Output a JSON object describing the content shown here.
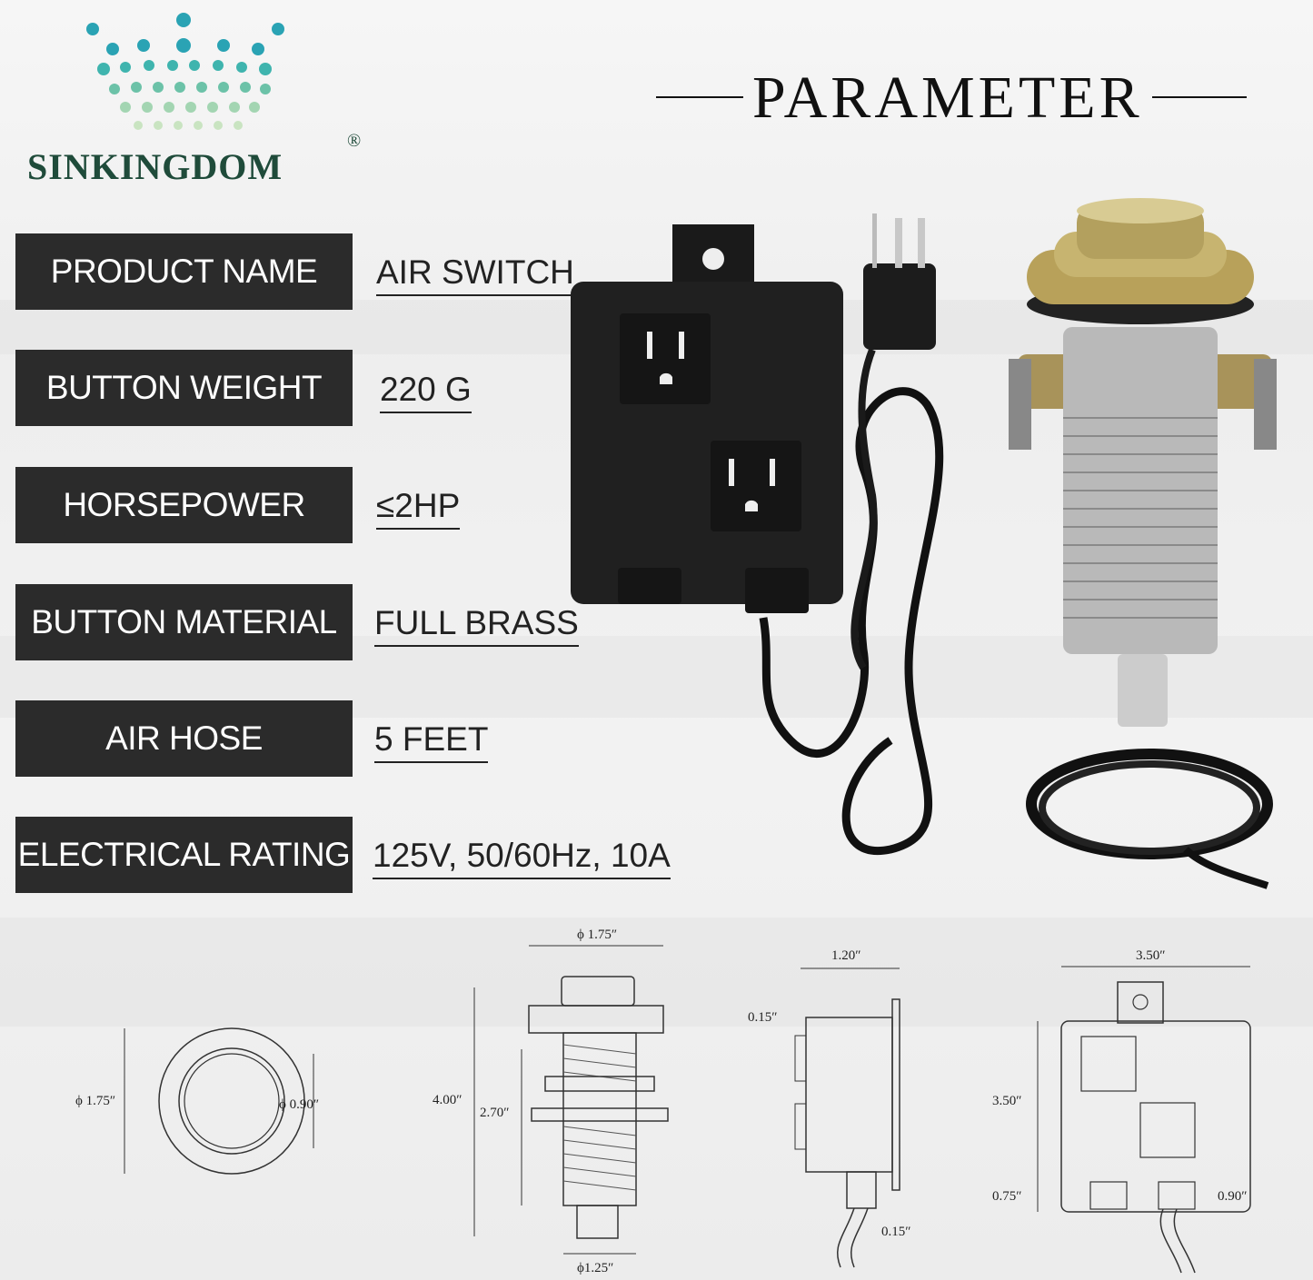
{
  "brand": {
    "name": "SINKINGDOM",
    "registered_mark": "®"
  },
  "heading": "PARAMETER",
  "specs": [
    {
      "label": "PRODUCT NAME",
      "value": "AIR SWITCH"
    },
    {
      "label": "BUTTON WEIGHT",
      "value": "220 G"
    },
    {
      "label": "HORSEPOWER",
      "value": "≤2HP"
    },
    {
      "label": "BUTTON MATERIAL",
      "value": "FULL BRASS"
    },
    {
      "label": "AIR HOSE",
      "value": "5 FEET"
    },
    {
      "label": "ELECTRICAL RATING",
      "value": "125V, 50/60Hz, 10A"
    }
  ],
  "dimensions": {
    "top_view": {
      "outer": "ϕ 1.75″",
      "inner": "ϕ 0.90″"
    },
    "button_side": {
      "top_dia": "ϕ 1.75″",
      "total_height": "4.00″",
      "thread_height": "2.70″",
      "bottom_dia": "ϕ1.25″"
    },
    "box_side": {
      "depth": "1.20″",
      "flange": "0.15″",
      "bottom": "0.15″"
    },
    "box_front": {
      "width": "3.50″",
      "height": "3.50″",
      "gland_left": "0.75″",
      "gland_right": "0.90″"
    }
  },
  "colors": {
    "label_bg": "#2b2b2b",
    "brand_green": "#1f4b3a",
    "brass": "#b8a15a"
  }
}
